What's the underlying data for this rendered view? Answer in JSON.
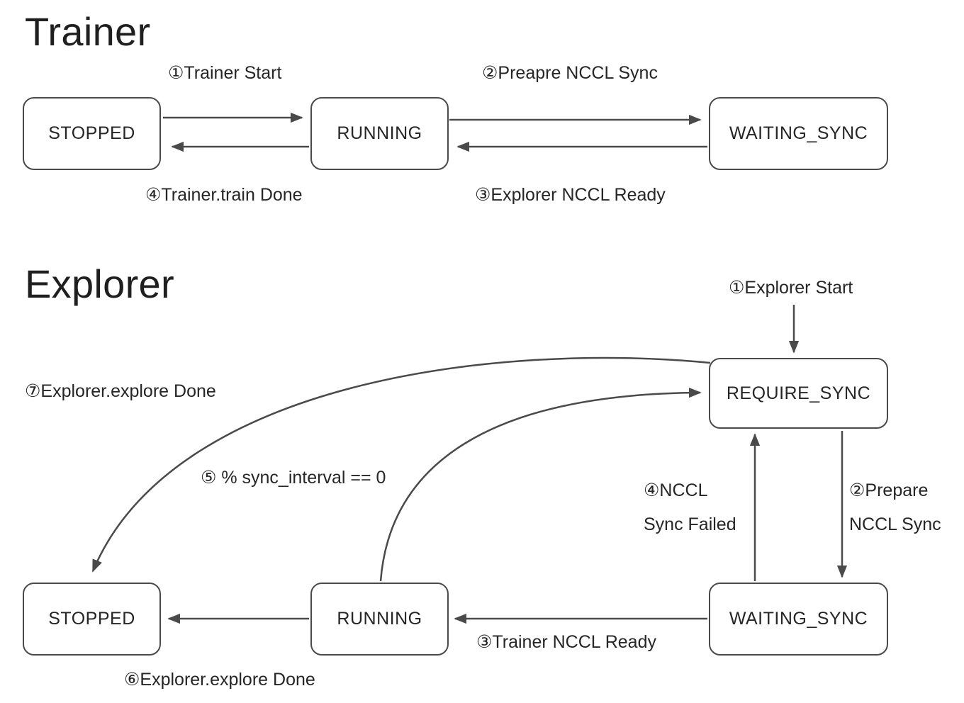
{
  "colors": {
    "line": "#4a4a4a",
    "text": "#262626",
    "background": "#ffffff"
  },
  "trainer": {
    "title": "Trainer",
    "states": {
      "stopped": "STOPPED",
      "running": "RUNNING",
      "waiting_sync": "WAITING_SYNC"
    },
    "transitions": {
      "t1": "①Trainer Start",
      "t2": "②Preapre NCCL Sync",
      "t3": "③Explorer NCCL Ready",
      "t4": "④Trainer.train Done"
    }
  },
  "explorer": {
    "title": "Explorer",
    "states": {
      "require_sync": "REQUIRE_SYNC",
      "stopped": "STOPPED",
      "running": "RUNNING",
      "waiting_sync": "WAITING_SYNC"
    },
    "transitions": {
      "e1": "①Explorer Start",
      "e2_line1": "②Prepare",
      "e2_line2": "NCCL Sync",
      "e3": "③Trainer NCCL Ready",
      "e4_line1": "④NCCL",
      "e4_line2": "Sync Failed",
      "e5": "⑤ % sync_interval == 0",
      "e6": "⑥Explorer.explore Done",
      "e7": "⑦Explorer.explore Done"
    }
  }
}
